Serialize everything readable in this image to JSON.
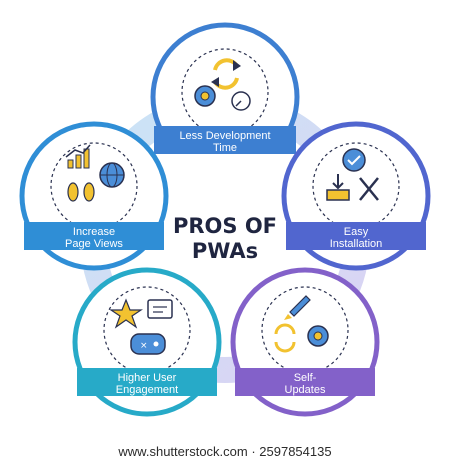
{
  "title": "PROS OF PWAs",
  "benefits": [
    {
      "label_lines": [
        "Less Development",
        "Time"
      ],
      "color": "#3d7fd1"
    },
    {
      "label_lines": [
        "Easy",
        "Installation"
      ],
      "color": "#5166cf"
    },
    {
      "label_lines": [
        "Self-",
        "Updates"
      ],
      "color": "#8361c9"
    },
    {
      "label_lines": [
        "Higher User",
        "Engagement"
      ],
      "color": "#27aac8"
    },
    {
      "label_lines": [
        "Increase",
        "Page Views"
      ],
      "color": "#2f8ed6"
    }
  ],
  "icons": [
    "sync-gear-clock-icon",
    "install-tools-icon",
    "rocket-gears-icon",
    "star-chat-gamepad-icon",
    "analytics-globe-icon"
  ],
  "watermark": "www.shutterstock.com · 2597854135"
}
